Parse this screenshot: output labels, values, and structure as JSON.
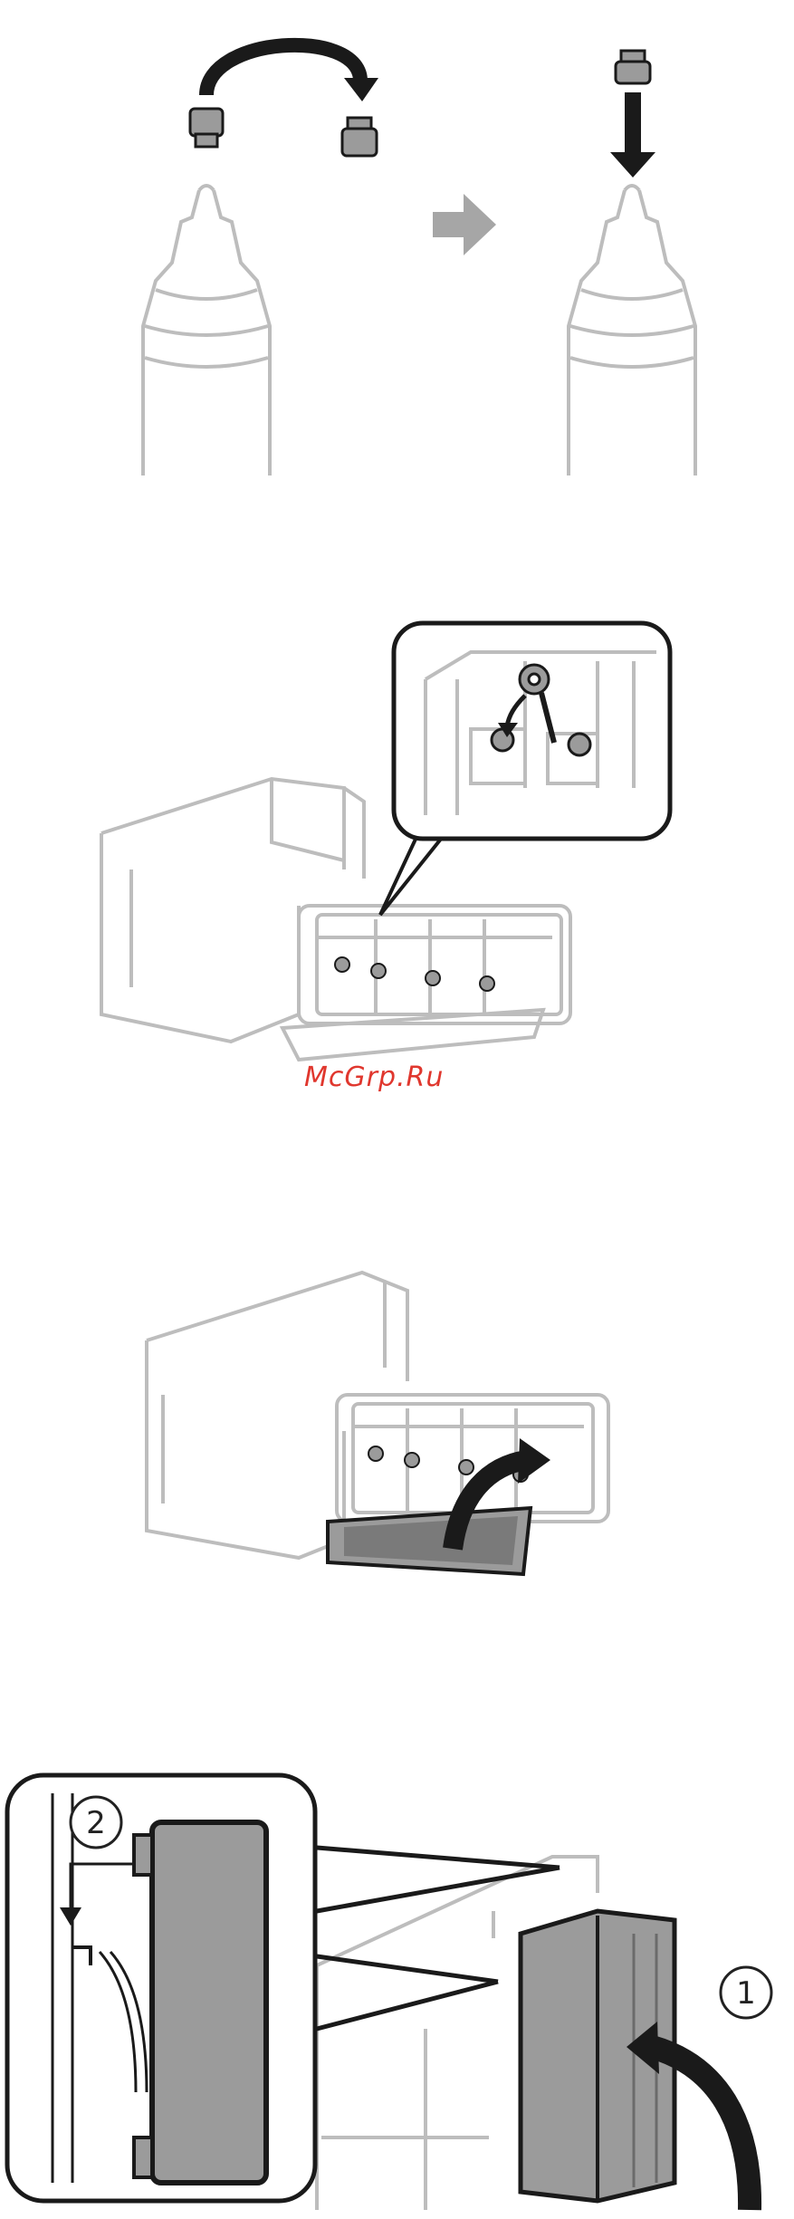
{
  "watermark": "McGrp.Ru",
  "step_markers": {
    "lid_lift": "1",
    "tank_hook": "2"
  },
  "colors": {
    "line": "#bdbdbd",
    "dark_line": "#1a1a1a",
    "fill_dark": "#9b9b9b",
    "arrow_gray": "#a6a6a6",
    "watermark": "#e0372e"
  }
}
